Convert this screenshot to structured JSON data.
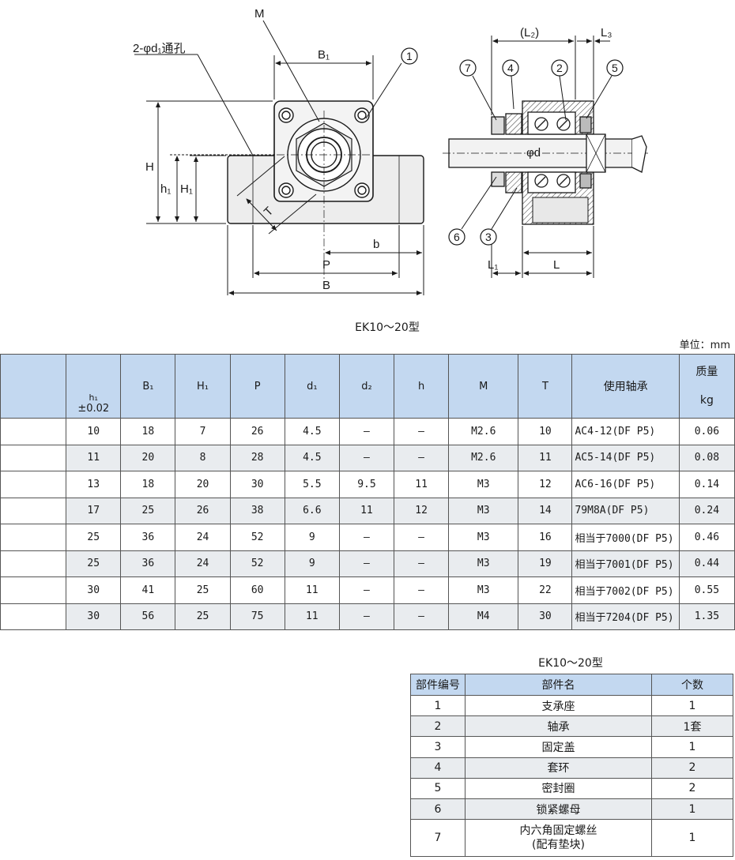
{
  "drawing": {
    "labels": {
      "M": "M",
      "holes": "2-φd₁通孔",
      "B1": "B₁",
      "H": "H",
      "h1": "h₁",
      "H1": "H₁",
      "T": "T",
      "b": "b",
      "P": "P",
      "B": "B",
      "L2": "(L₂)",
      "L3": "L₃",
      "phid": "φd",
      "L1": "L₁",
      "L": "L",
      "c1": "1",
      "c2": "2",
      "c3": "3",
      "c4": "4",
      "c5": "5",
      "c6": "6",
      "c7": "7"
    }
  },
  "caption_top": "EK10～20型",
  "unit": "单位：mm",
  "spec_table": {
    "headers": {
      "h1": "h₁",
      "h1_tol": "±0.02",
      "B1": "B₁",
      "H1": "H₁",
      "P": "P",
      "d1": "d₁",
      "d2": "d₂",
      "h": "h",
      "M": "M",
      "T": "T",
      "bearing": "使用轴承",
      "mass": "质量",
      "mass_unit": "kg"
    },
    "rows": [
      {
        "h1": "10",
        "B1": "18",
        "H1": "7",
        "P": "26",
        "d1": "4.5",
        "d2": "—",
        "h": "—",
        "M": "M2.6",
        "T": "10",
        "bearing": "AC4-12(DF P5)",
        "mass": "0.06"
      },
      {
        "h1": "11",
        "B1": "20",
        "H1": "8",
        "P": "28",
        "d1": "4.5",
        "d2": "—",
        "h": "—",
        "M": "M2.6",
        "T": "11",
        "bearing": "AC5-14(DF P5)",
        "mass": "0.08"
      },
      {
        "h1": "13",
        "B1": "18",
        "H1": "20",
        "P": "30",
        "d1": "5.5",
        "d2": "9.5",
        "h": "11",
        "M": "M3",
        "T": "12",
        "bearing": "AC6-16(DF P5)",
        "mass": "0.14"
      },
      {
        "h1": "17",
        "B1": "25",
        "H1": "26",
        "P": "38",
        "d1": "6.6",
        "d2": "11",
        "h": "12",
        "M": "M3",
        "T": "14",
        "bearing": "79M8A(DF P5)",
        "mass": "0.24"
      },
      {
        "h1": "25",
        "B1": "36",
        "H1": "24",
        "P": "52",
        "d1": "9",
        "d2": "—",
        "h": "—",
        "M": "M3",
        "T": "16",
        "bearing": "相当于7000(DF P5)",
        "mass": "0.46"
      },
      {
        "h1": "25",
        "B1": "36",
        "H1": "24",
        "P": "52",
        "d1": "9",
        "d2": "—",
        "h": "—",
        "M": "M3",
        "T": "19",
        "bearing": "相当于7001(DF P5)",
        "mass": "0.44"
      },
      {
        "h1": "30",
        "B1": "41",
        "H1": "25",
        "P": "60",
        "d1": "11",
        "d2": "—",
        "h": "—",
        "M": "M3",
        "T": "22",
        "bearing": "相当于7002(DF P5)",
        "mass": "0.55"
      },
      {
        "h1": "30",
        "B1": "56",
        "H1": "25",
        "P": "75",
        "d1": "11",
        "d2": "—",
        "h": "—",
        "M": "M4",
        "T": "30",
        "bearing": "相当于7204(DF P5)",
        "mass": "1.35"
      }
    ]
  },
  "caption_parts": "EK10～20型",
  "parts_table": {
    "headers": {
      "no": "部件编号",
      "name": "部件名",
      "qty": "个数"
    },
    "rows": [
      {
        "no": "1",
        "name": "支承座",
        "qty": "1"
      },
      {
        "no": "2",
        "name": "轴承",
        "qty": "1套"
      },
      {
        "no": "3",
        "name": "固定盖",
        "qty": "1"
      },
      {
        "no": "4",
        "name": "套环",
        "qty": "2"
      },
      {
        "no": "5",
        "name": "密封圈",
        "qty": "2"
      },
      {
        "no": "6",
        "name": "锁紧螺母",
        "qty": "1"
      },
      {
        "no": "7",
        "name": "内六角固定螺丝",
        "name2": "(配有垫块)",
        "qty": "1"
      }
    ]
  }
}
